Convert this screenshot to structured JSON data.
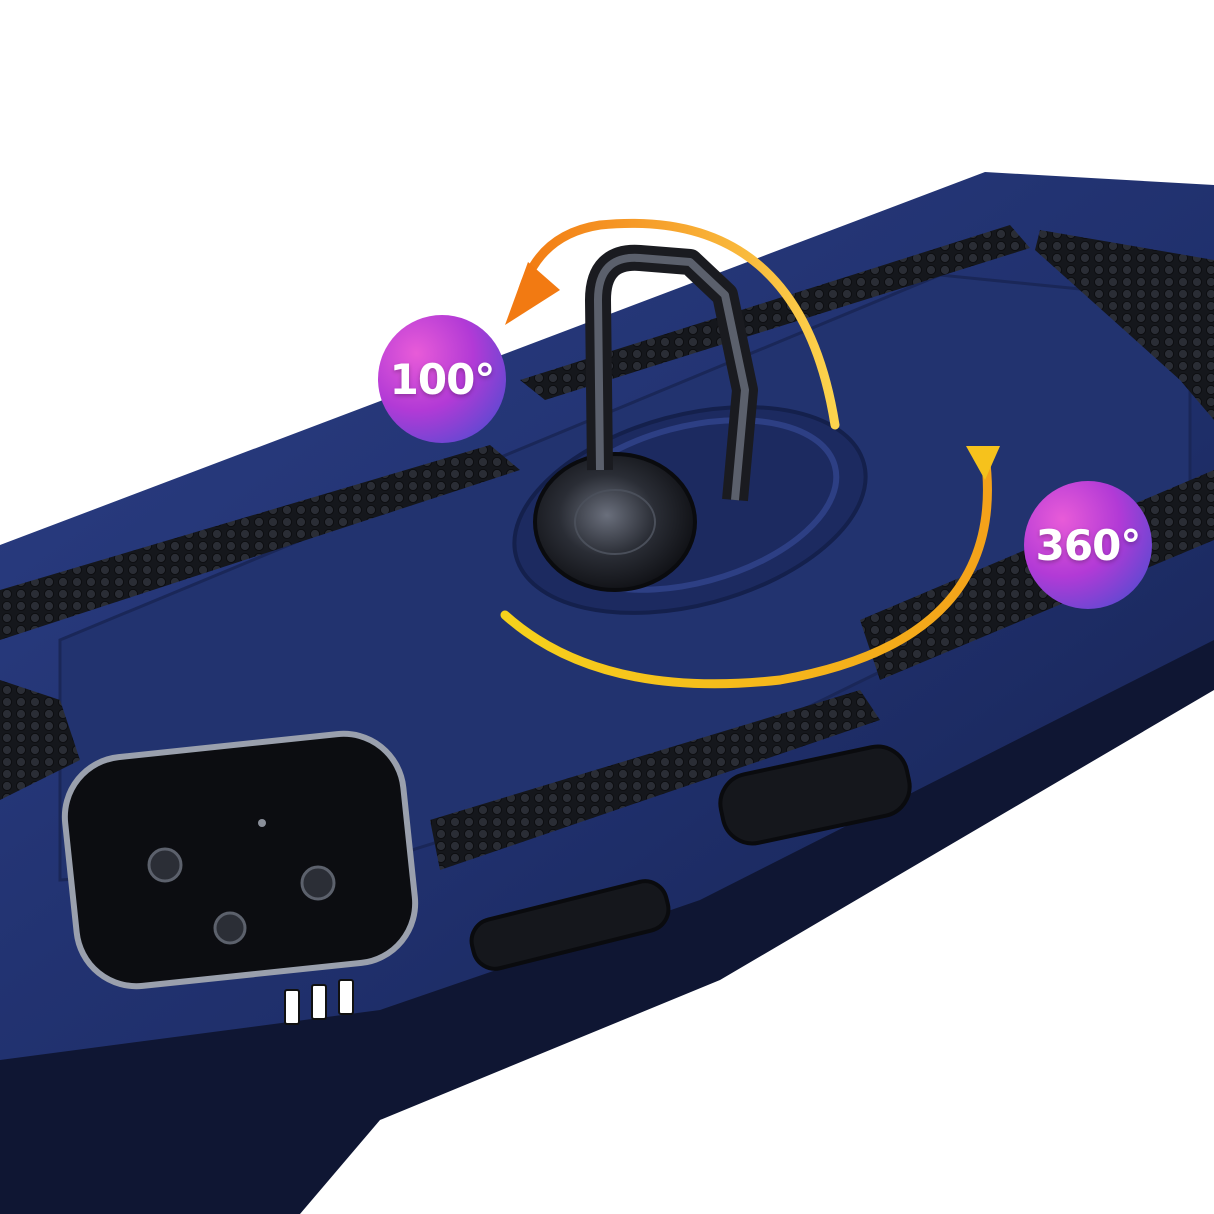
{
  "badges": {
    "fold_angle": "100°",
    "rotation_angle": "360°"
  },
  "colors": {
    "case_blue": "#1f2f6b",
    "case_blue_light": "#2c3f86",
    "armor_black": "#1a1c22",
    "arrow_orange": "#f39b1c",
    "arrow_yellow": "#f7d21a",
    "badge_pink": "#d94ad6",
    "badge_blue": "#3a4fd0",
    "background": "#ffffff"
  },
  "icons": {
    "fold_arrow": "curved-arrow-orange",
    "rotate_arrow": "curved-arrow-yellow",
    "ring_holder": "kickstand-ring-icon"
  }
}
